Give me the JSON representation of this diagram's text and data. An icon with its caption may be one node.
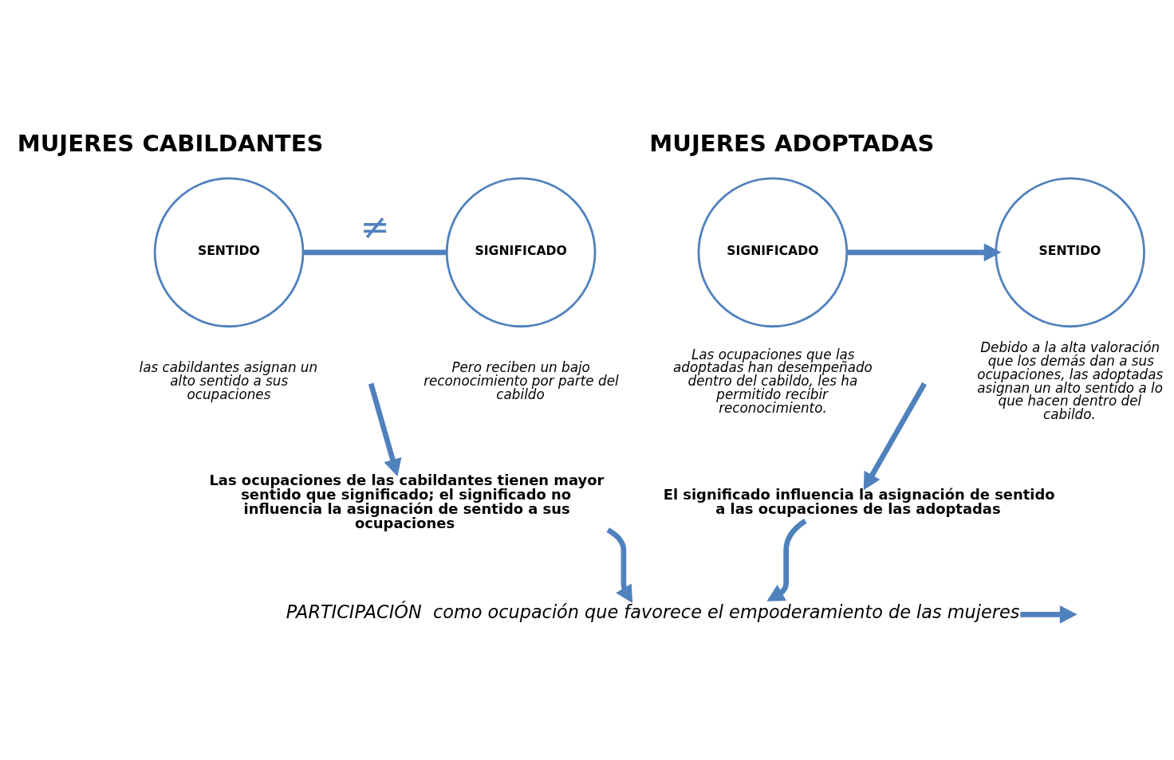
{
  "diagram": {
    "nodes": [
      {
        "text": [
          "SENTIDO"
        ],
        "beside": [
          "las cabildantes asignan un alto sentido a sus ocupaciones"
        ]
      },
      {
        "text": [
          "SIGNIFICADO"
        ],
        "beside": [
          "Pero reciben un bajo reconocimiento por parte del cabildo"
        ]
      },
      {
        "text": [
          "Las ocupaciones de las cabildantes tienen mayor sentido que significado; el significado no influencia la asignación de sentido a sus ocupaciones"
        ]
      },
      {
        "text": [
          "SIGNIFICADO"
        ],
        "beside": [
          "Las ocupaciones que las adoptadas han desempeñado dentro del cabildo, les ha permitido recibir reconocimiento."
        ]
      },
      {
        "text": [
          "SENTIDO"
        ],
        "beside": [
          "Debido a la alta valoración que los demás dan a sus ocupaciones, las adoptadas asignan un alto sentido a lo que hacen dentro del cabildo."
        ]
      },
      {
        "text": [
          "El significado influencia la asignación de sentido a las ocupaciones de las adoptadas"
        ]
      },
      {
        "text": [
          "PARTICIPACIÓN  como ocupación que favorece el empoderamiento de las mujeres"
        ]
      }
    ],
    "edges": [
      {
        "from": 0,
        "to": 1,
        "arrow": "none",
        "label": "≠"
      },
      {
        "from": null,
        "to": 2,
        "arrow": "to"
      },
      {
        "from": 3,
        "to": 4,
        "arrow": "to"
      },
      {
        "from": null,
        "to": 5,
        "arrow": "to"
      },
      {
        "from": 2,
        "to": 6,
        "arrow": "to"
      },
      {
        "from": 5,
        "to": 6,
        "arrow": "to"
      },
      {
        "from": 6,
        "to": null,
        "arrow": "to"
      }
    ],
    "labels": [
      "MUJERES CABILDANTES",
      "MUJERES ADOPTADAS"
    ]
  }
}
